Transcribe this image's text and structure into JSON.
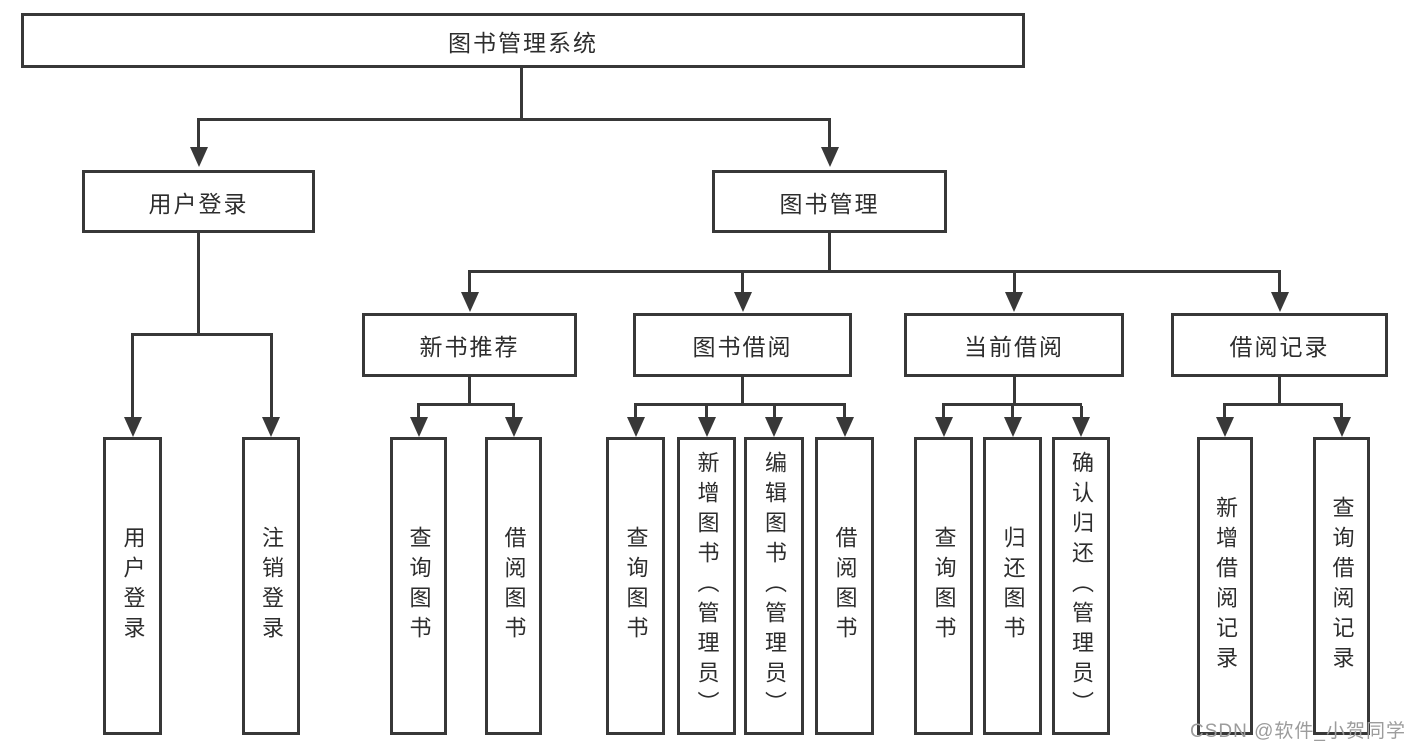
{
  "diagram": {
    "root": {
      "label": "图书管理系统"
    },
    "branches": [
      {
        "label": "用户登录",
        "children": [
          {
            "label": "用户登录"
          },
          {
            "label": "注销登录"
          }
        ]
      },
      {
        "label": "图书管理",
        "children": [
          {
            "label": "新书推荐",
            "children": [
              {
                "label": "查询图书"
              },
              {
                "label": "借阅图书"
              }
            ]
          },
          {
            "label": "图书借阅",
            "children": [
              {
                "label": "查询图书"
              },
              {
                "label": "新增图书（管理员）"
              },
              {
                "label": "编辑图书（管理员）"
              },
              {
                "label": "借阅图书"
              }
            ]
          },
          {
            "label": "当前借阅",
            "children": [
              {
                "label": "查询图书"
              },
              {
                "label": "归还图书"
              },
              {
                "label": "确认归还（管理员）"
              }
            ]
          },
          {
            "label": "借阅记录",
            "children": [
              {
                "label": "新增借阅记录"
              },
              {
                "label": "查询借阅记录"
              }
            ]
          }
        ]
      }
    ]
  },
  "watermark": {
    "text": "CSDN @软件_小贺同学"
  },
  "colors": {
    "line": "#383838",
    "text": "#2d2d2d",
    "watermark": "#9c9c9c",
    "background": "#ffffff"
  }
}
